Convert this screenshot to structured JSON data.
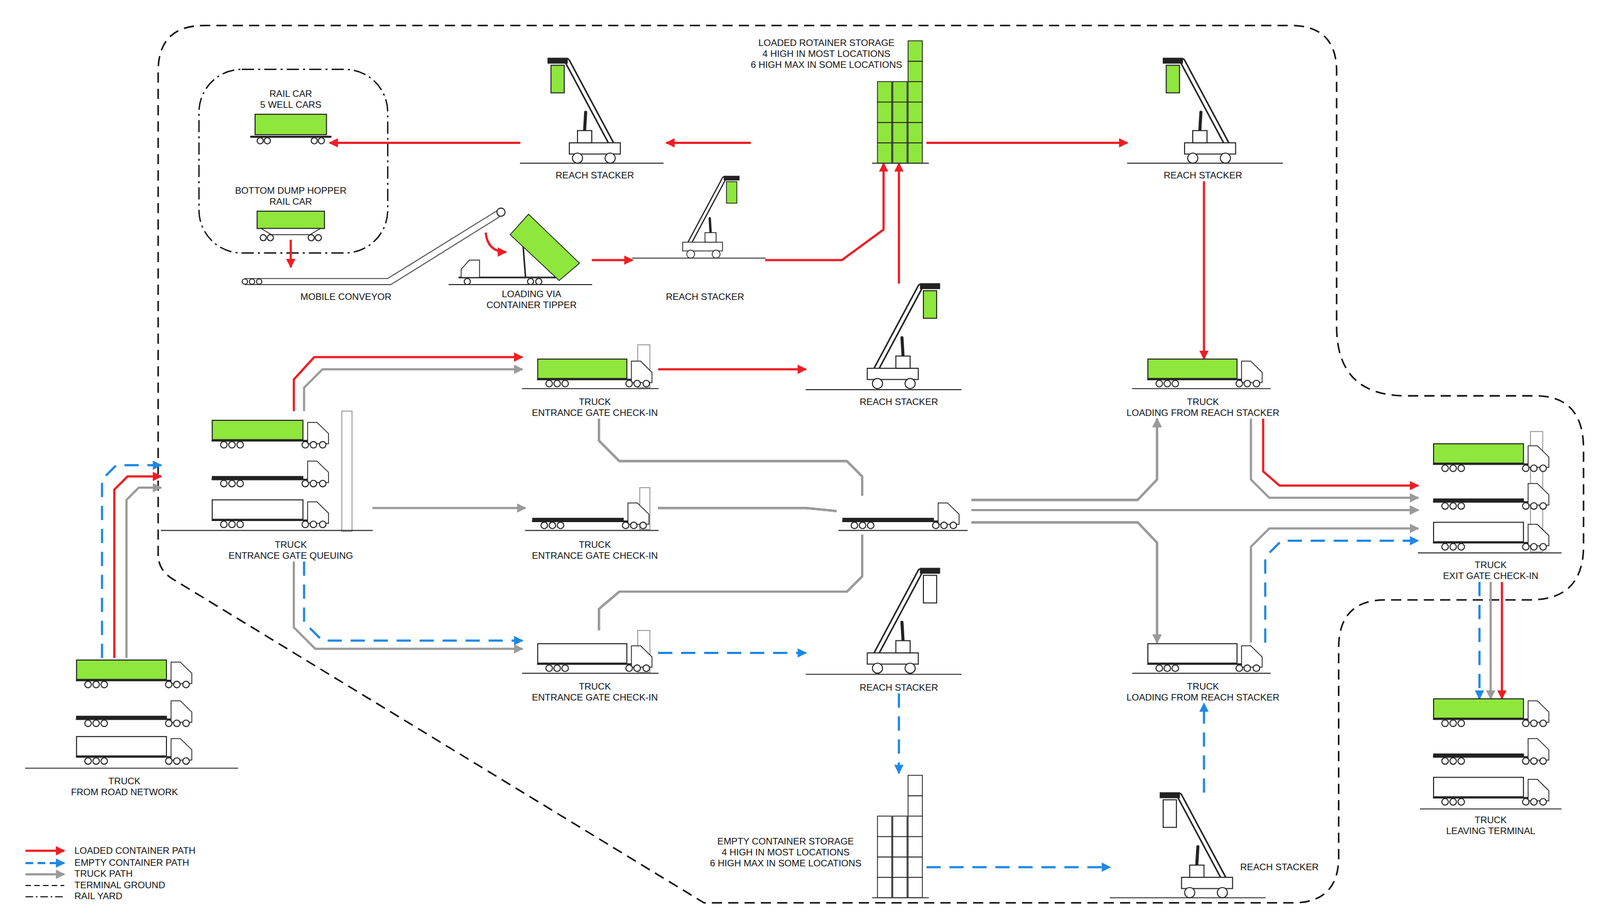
{
  "diagram": {
    "nodes": [
      {
        "text": [
          "LOADED ROTAINER STORAGE",
          "4 HIGH IN MOST LOCATIONS",
          "6 HIGH MAX IN SOME LOCATIONS"
        ]
      },
      {
        "text": [
          "RAIL CAR",
          "5 WELL CARS"
        ]
      },
      {
        "text": [
          "REACH STACKER"
        ]
      },
      {
        "text": [
          "REACH STACKER"
        ]
      },
      {
        "text": [
          "BOTTOM DUMP HOPPER",
          "RAIL CAR"
        ]
      },
      {
        "text": [
          "MOBILE CONVEYOR"
        ]
      },
      {
        "text": [
          "LOADING VIA CONTAINER TIPPER"
        ]
      },
      {
        "text": [
          "REACH STACKER"
        ]
      },
      {
        "text": [
          "TRUCK",
          "ENTRANCE GATE CHECK-IN"
        ]
      },
      {
        "text": [
          "REACH STACKER"
        ]
      },
      {
        "text": [
          "TRUCK",
          "LOADING FROM REACH STACKER"
        ]
      },
      {
        "text": [
          "TRUCK",
          "ENTRANCE GATE QUEUING"
        ]
      },
      {
        "text": [
          "TRUCK",
          "ENTRANCE GATE CHECK-IN"
        ]
      },
      {
        "text": [
          "TRUCK",
          "EXIT GATE CHECK-IN"
        ]
      },
      {
        "text": [
          "TRUCK",
          "ENTRANCE GATE CHECK-IN"
        ]
      },
      {
        "text": [
          "REACH STACKER"
        ]
      },
      {
        "text": [
          "TRUCK",
          "LOADING FROM REACH STACKER"
        ]
      },
      {
        "text": [
          "TRUCK",
          "FROM ROAD NETWORK"
        ]
      },
      {
        "text": [
          "TRUCK",
          "LEAVING TERMINAL"
        ]
      },
      {
        "text": [
          "EMPTY CONTAINER STORAGE",
          "4 HIGH IN MOST LOCATIONS",
          "6 HIGH MAX IN SOME LOCATIONS"
        ]
      },
      {
        "text": [
          "REACH STACKER"
        ]
      }
    ],
    "edges": [
      {
        "from": 17,
        "to": 11,
        "arrow": "to"
      },
      {
        "from": 17,
        "to": 11,
        "arrow": "to"
      },
      {
        "from": 17,
        "to": 11,
        "arrow": "to"
      },
      {
        "from": 11,
        "to": 8,
        "arrow": "to"
      },
      {
        "from": 11,
        "to": 8,
        "arrow": "to"
      },
      {
        "from": 11,
        "to": 12,
        "arrow": "to"
      },
      {
        "from": 11,
        "to": 14,
        "arrow": "to"
      },
      {
        "from": 11,
        "to": 14,
        "arrow": "to"
      },
      {
        "from": 8,
        "to": 9,
        "arrow": "to"
      },
      {
        "from": 9,
        "to": 0,
        "arrow": "to"
      },
      {
        "from": 7,
        "to": 0,
        "arrow": "to"
      },
      {
        "from": 6,
        "to": 7,
        "arrow": "to"
      },
      {
        "from": 4,
        "to": 5,
        "arrow": "to"
      },
      {
        "from": 0,
        "to": 2,
        "arrow": "to"
      },
      {
        "from": 2,
        "to": 1,
        "arrow": "to"
      },
      {
        "from": 0,
        "to": 3,
        "arrow": "to"
      },
      {
        "from": 3,
        "to": 10,
        "arrow": "to"
      },
      {
        "from": 10,
        "to": 13,
        "arrow": "to"
      },
      {
        "from": 10,
        "to": 13,
        "arrow": "to"
      },
      {
        "from": 8,
        "to": 10,
        "arrow": "to"
      },
      {
        "from": 8,
        "to": 13,
        "arrow": "to"
      },
      {
        "from": 8,
        "to": 16,
        "arrow": "to"
      },
      {
        "from": 12,
        "to": 10,
        "arrow": "to"
      },
      {
        "from": 12,
        "to": 13,
        "arrow": "to"
      },
      {
        "from": 12,
        "to": 16,
        "arrow": "to"
      },
      {
        "from": 14,
        "to": 10,
        "arrow": "to"
      },
      {
        "from": 14,
        "to": 13,
        "arrow": "to"
      },
      {
        "from": 14,
        "to": 16,
        "arrow": "to"
      },
      {
        "from": 16,
        "to": 13,
        "arrow": "to"
      },
      {
        "from": 16,
        "to": 13,
        "arrow": "to"
      },
      {
        "from": 13,
        "to": 18,
        "arrow": "to"
      },
      {
        "from": 13,
        "to": 18,
        "arrow": "to"
      },
      {
        "from": 13,
        "to": 18,
        "arrow": "to"
      },
      {
        "from": 14,
        "to": 15,
        "arrow": "to"
      },
      {
        "from": 15,
        "to": 19,
        "arrow": "to"
      },
      {
        "from": 19,
        "to": 20,
        "arrow": "to"
      },
      {
        "from": 20,
        "to": 16,
        "arrow": "to"
      }
    ],
    "legend": [
      {
        "text": "LOADED CONTAINER PATH"
      },
      {
        "text": "EMPTY CONTAINER PATH"
      },
      {
        "text": "TRUCK PATH"
      },
      {
        "text": "TERMINAL GROUND"
      },
      {
        "text": "RAIL YARD"
      }
    ]
  }
}
